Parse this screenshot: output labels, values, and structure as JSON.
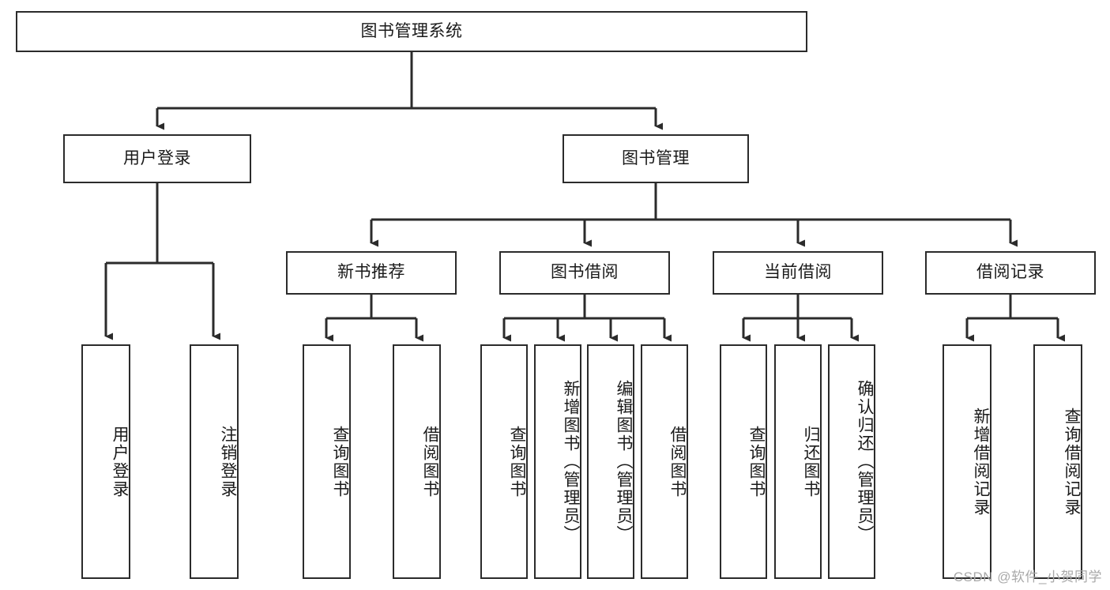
{
  "diagram": {
    "title": "图书管理系统",
    "watermark": "CSDN @软件_小贺同学",
    "line_color": "#2b2b2b",
    "box_fill": "#ffffff",
    "text_color": "#1a1a1a",
    "nodes": {
      "root": {
        "label": "图书管理系统",
        "level": 1,
        "orientation": "horizontal"
      },
      "l2_user_login": {
        "label": "用户登录",
        "level": 2,
        "orientation": "horizontal"
      },
      "l2_book_manage": {
        "label": "图书管理",
        "level": 2,
        "orientation": "horizontal"
      },
      "l3_new_book_rec": {
        "label": "新书推荐",
        "level": 3,
        "orientation": "horizontal"
      },
      "l3_book_borrow": {
        "label": "图书借阅",
        "level": 3,
        "orientation": "horizontal"
      },
      "l3_current_borrow": {
        "label": "当前借阅",
        "level": 3,
        "orientation": "horizontal"
      },
      "l3_borrow_record": {
        "label": "借阅记录",
        "level": 3,
        "orientation": "horizontal"
      },
      "leaf_user_login": {
        "label": "用户登录",
        "level": 4,
        "orientation": "vertical"
      },
      "leaf_logout": {
        "label": "注销登录",
        "level": 4,
        "orientation": "vertical"
      },
      "leaf_rec_query": {
        "label": "查询图书",
        "level": 4,
        "orientation": "vertical"
      },
      "leaf_rec_borrow": {
        "label": "借阅图书",
        "level": 4,
        "orientation": "vertical"
      },
      "leaf_borrow_query": {
        "label": "查询图书",
        "level": 4,
        "orientation": "vertical"
      },
      "leaf_add_book": {
        "label": "新增图书（管理员）",
        "level": 4,
        "orientation": "vertical"
      },
      "leaf_edit_book": {
        "label": "编辑图书（管理员）",
        "level": 4,
        "orientation": "vertical"
      },
      "leaf_borrow_book": {
        "label": "借阅图书",
        "level": 4,
        "orientation": "vertical"
      },
      "leaf_cur_query": {
        "label": "查询图书",
        "level": 4,
        "orientation": "vertical"
      },
      "leaf_return_book": {
        "label": "归还图书",
        "level": 4,
        "orientation": "vertical"
      },
      "leaf_confirm_return": {
        "label": "确认归还（管理员）",
        "level": 4,
        "orientation": "vertical"
      },
      "leaf_add_record": {
        "label": "新增借阅记录",
        "level": 4,
        "orientation": "vertical"
      },
      "leaf_query_record": {
        "label": "查询借阅记录",
        "level": 4,
        "orientation": "vertical"
      }
    },
    "edges": [
      {
        "from": "root",
        "to": "l2_user_login"
      },
      {
        "from": "root",
        "to": "l2_book_manage"
      },
      {
        "from": "l2_user_login",
        "to": "leaf_user_login"
      },
      {
        "from": "l2_user_login",
        "to": "leaf_logout"
      },
      {
        "from": "l2_book_manage",
        "to": "l3_new_book_rec"
      },
      {
        "from": "l2_book_manage",
        "to": "l3_book_borrow"
      },
      {
        "from": "l2_book_manage",
        "to": "l3_current_borrow"
      },
      {
        "from": "l2_book_manage",
        "to": "l3_borrow_record"
      },
      {
        "from": "l3_new_book_rec",
        "to": "leaf_rec_query"
      },
      {
        "from": "l3_new_book_rec",
        "to": "leaf_rec_borrow"
      },
      {
        "from": "l3_book_borrow",
        "to": "leaf_borrow_query"
      },
      {
        "from": "l3_book_borrow",
        "to": "leaf_add_book"
      },
      {
        "from": "l3_book_borrow",
        "to": "leaf_edit_book"
      },
      {
        "from": "l3_book_borrow",
        "to": "leaf_borrow_book"
      },
      {
        "from": "l3_current_borrow",
        "to": "leaf_cur_query"
      },
      {
        "from": "l3_current_borrow",
        "to": "leaf_return_book"
      },
      {
        "from": "l3_current_borrow",
        "to": "leaf_confirm_return"
      },
      {
        "from": "l3_borrow_record",
        "to": "leaf_add_record"
      },
      {
        "from": "l3_borrow_record",
        "to": "leaf_query_record"
      }
    ]
  }
}
